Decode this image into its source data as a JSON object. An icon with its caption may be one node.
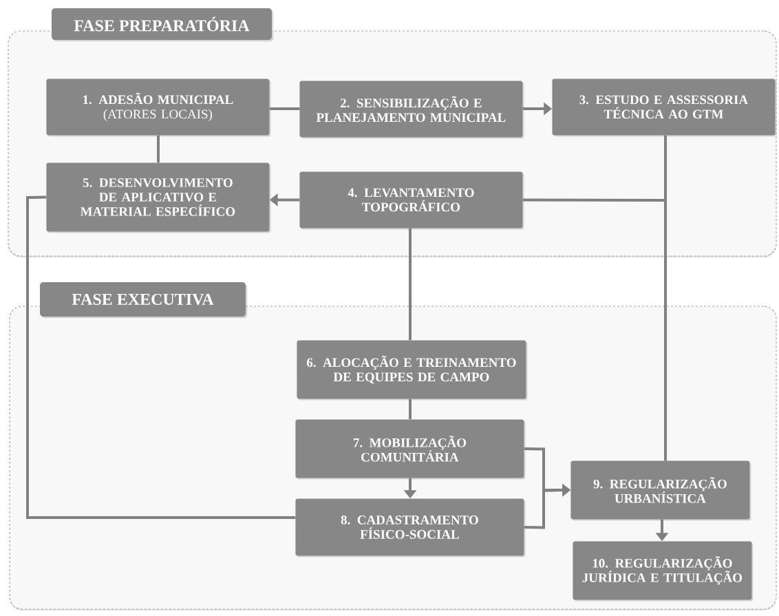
{
  "diagram": {
    "nodes": [
      {
        "text": [
          "FASE PREPARATÓRIA"
        ]
      },
      {
        "text": [
          "1. ADESÃO MUNICIPAL",
          "(ATORES LOCAIS)"
        ],
        "in": 0
      },
      {
        "text": [
          "2. SENSIBILIZAÇÃO E PLANEJAMENTO MUNICIPAL"
        ],
        "in": 0
      },
      {
        "text": [
          "3. ESTUDO E ASSESSORIA TÉCNICA AO GTM"
        ],
        "in": 0
      },
      {
        "text": [
          "5. DESENVOLVIMENTO DE APLICATIVO E MATERIAL ESPECÍFICO"
        ],
        "in": 0
      },
      {
        "text": [
          "4. LEVANTAMENTO TOPOGRÁFICO"
        ],
        "in": 0
      },
      {
        "text": [
          "FASE EXECUTIVA"
        ]
      },
      {
        "text": [
          "6. ALOCAÇÃO E TREINAMENTO DE EQUIPES DE CAMPO"
        ],
        "in": 6
      },
      {
        "text": [
          "7. MOBILIZAÇÃO COMUNITÁRIA"
        ],
        "in": 6
      },
      {
        "text": [
          "8. CADASTRAMENTO FÍSICO-SOCIAL"
        ],
        "in": 6
      },
      {
        "text": [
          "9. REGULARIZAÇÃO URBANÍSTICA"
        ],
        "in": 6
      },
      {
        "text": [
          "10. REGULARIZAÇÃO JURÍDICA E TITULAÇÃO"
        ],
        "in": 6
      }
    ],
    "edges": [
      {
        "from": 1,
        "to": 2,
        "arrow": "none"
      },
      {
        "from": 2,
        "to": 3,
        "arrow": "to"
      },
      {
        "from": 1,
        "to": 4,
        "arrow": "none"
      },
      {
        "from": 5,
        "to": 4,
        "arrow": "to"
      },
      {
        "from": 3,
        "to": 10,
        "arrow": "none"
      },
      {
        "from": 5,
        "to": 10,
        "arrow": "none"
      },
      {
        "from": 5,
        "to": 7,
        "arrow": "none"
      },
      {
        "from": 7,
        "to": 8,
        "arrow": "none"
      },
      {
        "from": 8,
        "to": 9,
        "arrow": "to"
      },
      {
        "from": 8,
        "to": 10,
        "arrow": "to"
      },
      {
        "from": 9,
        "to": 10,
        "arrow": "to"
      },
      {
        "from": 4,
        "to": 9,
        "arrow": "none"
      },
      {
        "from": 10,
        "to": 11,
        "arrow": "to"
      }
    ]
  }
}
